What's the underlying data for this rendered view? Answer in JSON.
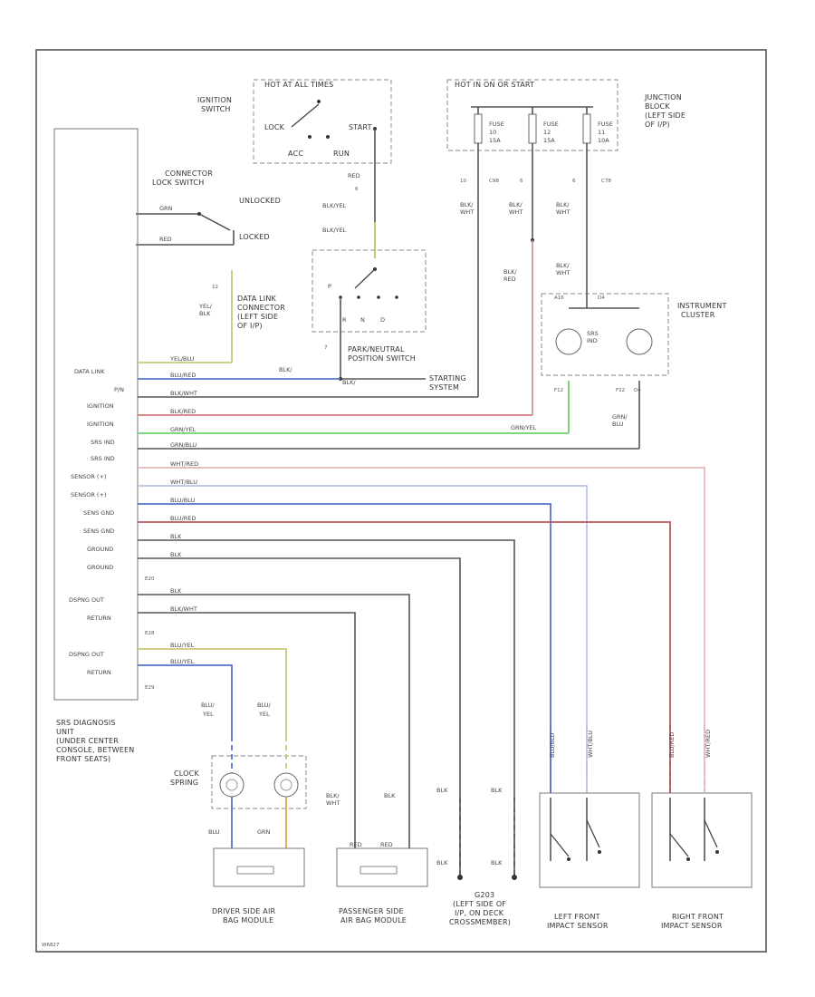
{
  "diagram_id": "W6827",
  "ignition_switch": {
    "header": "HOT AT ALL TIMES",
    "title1": "IGNITION",
    "title2": "SWITCH",
    "lock": "LOCK",
    "start": "START",
    "acc": "ACC",
    "run": "RUN"
  },
  "fuse_block": {
    "header": "HOT IN ON OR START",
    "fuse1": [
      "FUSE",
      "10",
      "15A"
    ],
    "fuse2": [
      "FUSE",
      "12",
      "15A"
    ],
    "fuse3": [
      "FUSE",
      "11",
      "10A"
    ]
  },
  "junction_block": [
    "JUNCTION",
    "BLOCK",
    "(LEFT SIDE",
    "OF I/P)"
  ],
  "connector_lock_switch": {
    "title1": "CONNECTOR",
    "title2": "LOCK SWITCH",
    "unlocked": "UNLOCKED",
    "locked": "LOCKED",
    "wire1": "GRN",
    "wire2": "RED"
  },
  "data_link_connector": {
    "pin": "12",
    "wire1": "YEL/",
    "wire2": "BLK",
    "label": [
      "DATA LINK",
      "CONNECTOR",
      "(LEFT SIDE",
      "OF I/P)"
    ]
  },
  "park_neutral_switch": {
    "label": [
      "PARK/NEUTRAL",
      "POSITION SWITCH"
    ],
    "pin": "7",
    "positions": [
      "P",
      "R",
      "N",
      "D"
    ],
    "starting_system": [
      "STARTING",
      "SYSTEM"
    ]
  },
  "instrument_cluster": {
    "label": [
      "INSTRUMENT",
      "CLUSTER"
    ],
    "indicator": [
      "SRS",
      "IND"
    ],
    "pins": [
      "A16",
      "D4",
      "F12",
      "F12",
      "D4"
    ]
  },
  "wires": {
    "ign_out": "RED",
    "pin6": "6",
    "blk_yel": "BLK/YEL",
    "blk_red": [
      "BLK/",
      "RED"
    ],
    "fuse_out": [
      "BLK/",
      "WHT"
    ],
    "cluster_feed": [
      "BLK/",
      "WHT"
    ],
    "red_to_ign": [
      "BLK/",
      "RED"
    ],
    "cluster_ind": "GRN/YEL",
    "cluster_d4": [
      "GRN/",
      "BLU"
    ],
    "c_labels": [
      "10",
      "C98",
      "6",
      "C78",
      "6"
    ]
  },
  "srs_unit": {
    "label": [
      "SRS DIAGNOSIS",
      "UNIT",
      "(UNDER CENTER",
      "CONSOLE, BETWEEN",
      "FRONT SEATS)"
    ],
    "pins": [
      {
        "name": "DATA LINK",
        "wire": "YEL/BLU"
      },
      {
        "name": "P/N",
        "wire": "BLU/RED"
      },
      {
        "name": "IGNITION",
        "wire": "BLK/WHT"
      },
      {
        "name": "IGNITION",
        "wire": "BLK/RED"
      },
      {
        "name": "SRS IND",
        "wire": "GRN/YEL"
      },
      {
        "name": "SRS IND",
        "wire": "GRN/BLU"
      },
      {
        "name": "SENSOR (+)",
        "wire": "WHT/RED"
      },
      {
        "name": "SENSOR (+)",
        "wire": "WHT/BLU"
      },
      {
        "name": "SENS GND",
        "wire": "BLU/BLU"
      },
      {
        "name": "SENS GND",
        "wire": "BLU/RED"
      },
      {
        "name": "GROUND",
        "wire": "BLK"
      },
      {
        "name": "GROUND",
        "wire": "BLK"
      },
      {
        "name": "DSPNG OUT",
        "wire": "BLK"
      },
      {
        "name": "RETURN",
        "wire": "BLK/WHT"
      },
      {
        "name": "DSPNG OUT",
        "wire": "BLU/YEL"
      },
      {
        "name": "RETURN",
        "wire": "BLU/YEL"
      }
    ],
    "connectors": [
      "E20",
      "E28",
      "E29"
    ]
  },
  "clock_spring": {
    "label": [
      "CLOCK",
      "SPRING"
    ],
    "wire_left": [
      "BLU/",
      "YEL"
    ],
    "wire_right": [
      "BLU/",
      "YEL"
    ],
    "pins": [
      "BLU",
      "GRN"
    ]
  },
  "driver_airbag": {
    "label": [
      "DRIVER SIDE AIR",
      "BAG MODULE"
    ],
    "w1": "BLU",
    "w2": "GRN"
  },
  "passenger_airbag": {
    "label": [
      "PASSENGER SIDE",
      "AIR BAG MODULE"
    ],
    "w1": [
      "BLK/",
      "WHT"
    ],
    "w2": "BLK",
    "w3": "RED",
    "w4": "RED"
  },
  "ground": {
    "label": [
      "G203",
      "(LEFT SIDE OF",
      "I/P, ON DECK",
      "CROSSMEMBER)"
    ],
    "w": "BLK"
  },
  "left_sensor": {
    "label": [
      "LEFT FRONT",
      "IMPACT SENSOR"
    ],
    "w1": "BLU/BLU",
    "w2": "WHT/BLU"
  },
  "right_sensor": {
    "label": [
      "RIGHT FRONT",
      "IMPACT SENSOR"
    ],
    "w1": "BLU/RED",
    "w2": "WHT/RED"
  }
}
